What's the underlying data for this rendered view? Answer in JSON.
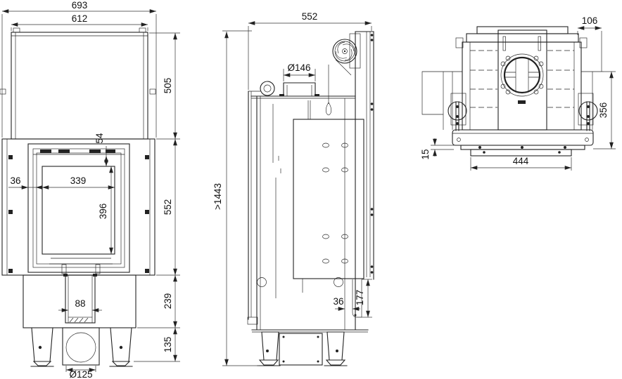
{
  "drawing": {
    "colors": {
      "line": "#222222",
      "background": "#ffffff"
    },
    "dimensions": {
      "front": {
        "overall_width": "693",
        "casing_width": "612",
        "casing_height": "505",
        "door_top_inset": "54",
        "frame_side_inset": "36",
        "glass_width": "339",
        "glass_height": "396",
        "door_section_height": "552",
        "ash_slot_width": "88",
        "plinth_height": "239",
        "leg_height": "135",
        "air_inlet_diameter": "Ø125"
      },
      "side": {
        "depth": "552",
        "flue_diameter": "Ø146",
        "min_installation_height": ">1443",
        "rear_gap": "36",
        "rear_panel_height": "177"
      },
      "rear": {
        "top_offset": "106",
        "shell_height": "356",
        "base_lip": "15",
        "base_width": "444"
      }
    }
  }
}
